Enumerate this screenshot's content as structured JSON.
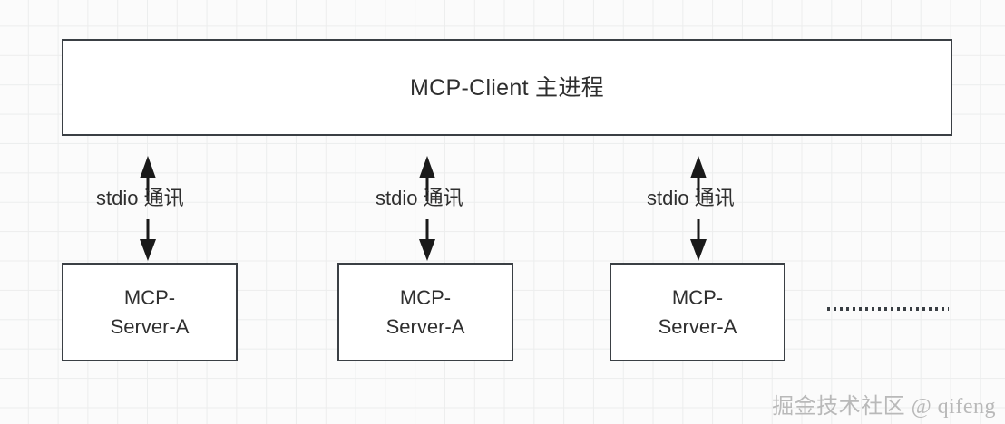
{
  "diagram": {
    "title": "MCP-Client 主进程",
    "client": {
      "label": "MCP-Client 主进程"
    },
    "connections": [
      {
        "label": "stdio 通讯",
        "direction": "bidirectional"
      },
      {
        "label": "stdio 通讯",
        "direction": "bidirectional"
      },
      {
        "label": "stdio 通讯",
        "direction": "bidirectional"
      }
    ],
    "servers": [
      {
        "line1": "MCP-",
        "line2": "Server-A"
      },
      {
        "line1": "MCP-",
        "line2": "Server-A"
      },
      {
        "line1": "MCP-",
        "line2": "Server-A"
      }
    ],
    "continuation": "dotted-line",
    "colors": {
      "border": "#3a3f44",
      "box_fill": "#ffffff",
      "text": "#2f2f2f",
      "grid": "#eceded",
      "background": "#fbfbfb",
      "watermark": "#b9b9b9"
    }
  },
  "watermark": {
    "text": "掘金技术社区 @ qifeng"
  }
}
